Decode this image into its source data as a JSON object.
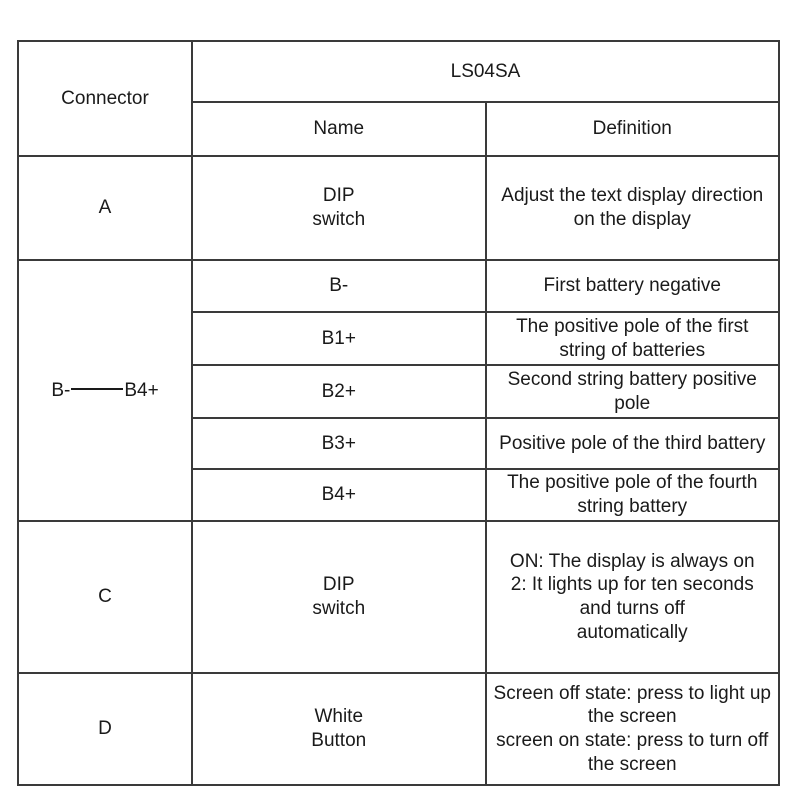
{
  "table": {
    "header": {
      "connector_label": "Connector",
      "product_title": "LS04SA",
      "name_label": "Name",
      "definition_label": "Definition"
    },
    "rows": [
      {
        "connector": "A",
        "name_line1": "DIP",
        "name_line2": "switch",
        "definition": "Adjust the text display direction on the display"
      },
      {
        "connector_prefix": "B-",
        "connector_suffix": "B4+",
        "name": "B-",
        "definition": "First battery negative"
      },
      {
        "name": "B1+",
        "definition": "The positive pole of the first string of batteries"
      },
      {
        "name": "B2+",
        "definition": "Second string battery positive pole"
      },
      {
        "name": "B3+",
        "definition": "Positive pole of the third battery"
      },
      {
        "name": "B4+",
        "definition": "The positive pole of the fourth string battery"
      },
      {
        "connector": "C",
        "name_line1": "DIP",
        "name_line2": "switch",
        "definition_line1": "ON: The display is always on",
        "definition_line2": "2: It lights up for ten seconds and turns off",
        "definition_line3": "automatically"
      },
      {
        "connector": "D",
        "name_line1": "White",
        "name_line2": "Button",
        "definition_line1": "Screen off state: press to light up the screen",
        "definition_line2": "screen on state: press to turn off the screen"
      }
    ]
  },
  "colors": {
    "border": "#3a3a3a",
    "text": "#1a1a1a",
    "background": "#ffffff"
  }
}
